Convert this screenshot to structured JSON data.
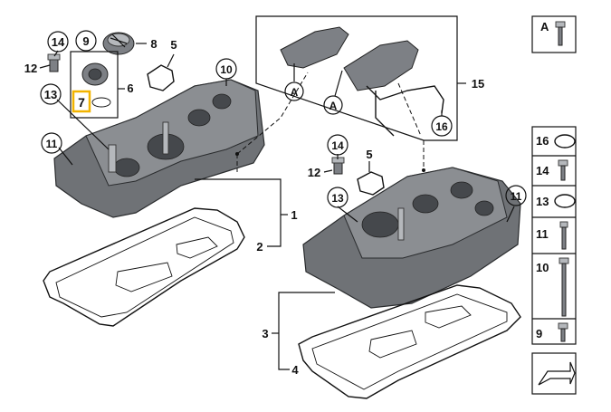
{
  "callouts": {
    "c14_left": "14",
    "c12_left": "12",
    "c13_left": "13",
    "c9": "9",
    "c8": "8",
    "c5_left": "5",
    "c6": "6",
    "c7": "7",
    "c10": "10",
    "c11_left": "11",
    "c1": "1",
    "c2": "2",
    "c3": "3",
    "c4": "4",
    "c15": "15",
    "cA1": "A",
    "cA2": "A",
    "c16": "16",
    "c14_mid": "14",
    "c12_mid": "12",
    "c13_mid": "13",
    "c5_mid": "5",
    "c11_right": "11"
  },
  "legend": [
    {
      "id": "A",
      "label": "A"
    },
    {
      "id": "16",
      "label": "16"
    },
    {
      "id": "14",
      "label": "14"
    },
    {
      "id": "13",
      "label": "13"
    },
    {
      "id": "11",
      "label": "11"
    },
    {
      "id": "10",
      "label": "10"
    },
    {
      "id": "9",
      "label": "9"
    }
  ],
  "colors": {
    "highlight": "#f2b400",
    "part": "#6f7276"
  }
}
